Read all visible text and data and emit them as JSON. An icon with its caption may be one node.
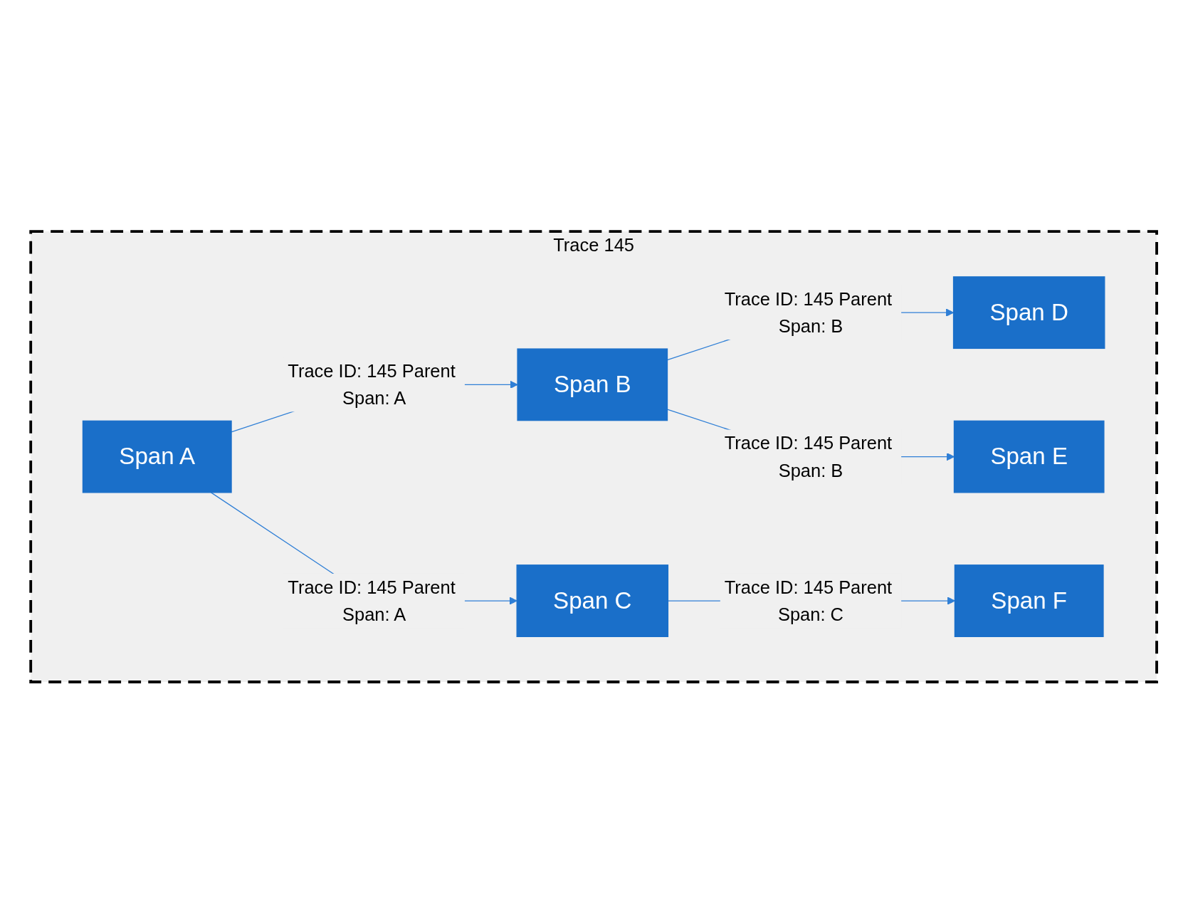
{
  "diagram": {
    "nodes": [
      {
        "text": [
          "Trace 145"
        ]
      },
      {
        "text": [
          "Span A"
        ],
        "in": 0
      },
      {
        "text": [
          "Span B"
        ],
        "in": 0
      },
      {
        "text": [
          "Span C"
        ],
        "in": 0
      },
      {
        "text": [
          "Span D"
        ],
        "in": 0
      },
      {
        "text": [
          "Span E"
        ],
        "in": 0
      },
      {
        "text": [
          "Span F"
        ],
        "in": 0
      }
    ],
    "edges": [
      {
        "from": 1,
        "to": 2,
        "arrow": "to",
        "label": "Trace ID: 145 Parent Span: A"
      },
      {
        "from": 1,
        "to": 3,
        "arrow": "to",
        "label": "Trace ID: 145 Parent Span: A"
      },
      {
        "from": 2,
        "to": 4,
        "arrow": "to",
        "label": "Trace ID: 145 Parent Span: B"
      },
      {
        "from": 2,
        "to": 5,
        "arrow": "to",
        "label": "Trace ID: 145 Parent Span: B"
      },
      {
        "from": 3,
        "to": 6,
        "arrow": "to",
        "label": "Trace ID: 145 Parent Span: C"
      }
    ]
  }
}
